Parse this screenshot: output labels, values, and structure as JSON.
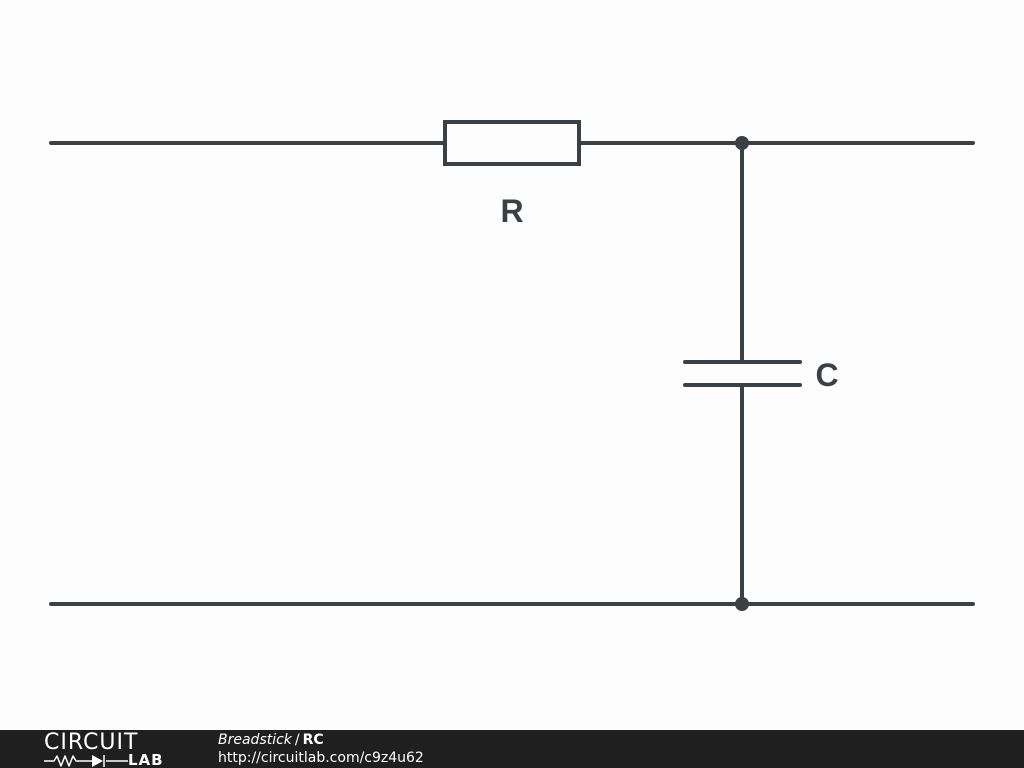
{
  "colors": {
    "wire": "#3b4044",
    "footer_bg": "#1f1f1f",
    "footer_text": "#ffffff"
  },
  "schematic": {
    "resistor_label": "R",
    "capacitor_label": "C"
  },
  "footer": {
    "logo_top": "CIRCUIT",
    "logo_bottom": "LAB",
    "author": "Breadstick",
    "separator": "/",
    "project": "RC",
    "url": "http://circuitlab.com/c9z4u62"
  }
}
